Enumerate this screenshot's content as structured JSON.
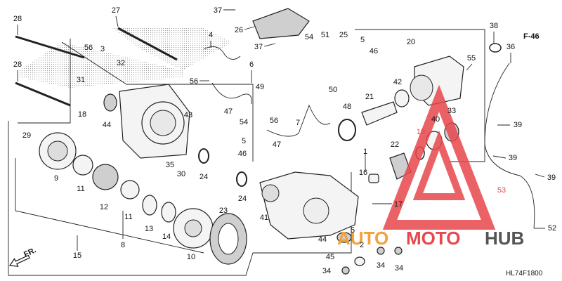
{
  "callouts": {
    "c1": "1",
    "c2": "2",
    "c3": "3",
    "c4": "4",
    "c5a": "5",
    "c5b": "5",
    "c5c": "5",
    "c6": "6",
    "c7": "7",
    "c8": "8",
    "c9": "9",
    "c10": "10",
    "c11a": "11",
    "c11b": "11",
    "c12": "12",
    "c13": "13",
    "c14": "14",
    "c15": "15",
    "c16": "16",
    "c17": "17",
    "c18": "18",
    "c19": "19",
    "c20": "20",
    "c21": "21",
    "c22": "22",
    "c23": "23",
    "c24a": "24",
    "c24b": "24",
    "c25": "25",
    "c26": "26",
    "c27": "27",
    "c28a": "28",
    "c28b": "28",
    "c29": "29",
    "c30": "30",
    "c31": "31",
    "c32": "32",
    "c33": "33",
    "c34a": "34",
    "c34b": "34",
    "c34c": "34",
    "c35": "35",
    "c36": "36",
    "c37a": "37",
    "c37b": "37",
    "c38": "38",
    "c39a": "39",
    "c39b": "39",
    "c39c": "39",
    "c40": "40",
    "c41": "41",
    "c42": "42",
    "c43": "43",
    "c44a": "44",
    "c44b": "44",
    "c45": "45",
    "c46a": "46",
    "c46b": "46",
    "c47a": "47",
    "c47b": "47",
    "c48": "48",
    "c49": "49",
    "c50": "50",
    "c51": "51",
    "c52": "52",
    "c53": "53",
    "c54a": "54",
    "c54b": "54",
    "c55": "55",
    "c56a": "56",
    "c56b": "56",
    "c56c": "56"
  },
  "reference": "F-46",
  "front_label": "FR.",
  "diagram_code": "HL74F1800",
  "watermark": {
    "brand_part1": "AUTO",
    "brand_part2": "MOTO",
    "brand_part3": "HUB",
    "colors": {
      "red": "#e8474c",
      "orange": "#f2a23a",
      "gray": "#555555"
    }
  }
}
